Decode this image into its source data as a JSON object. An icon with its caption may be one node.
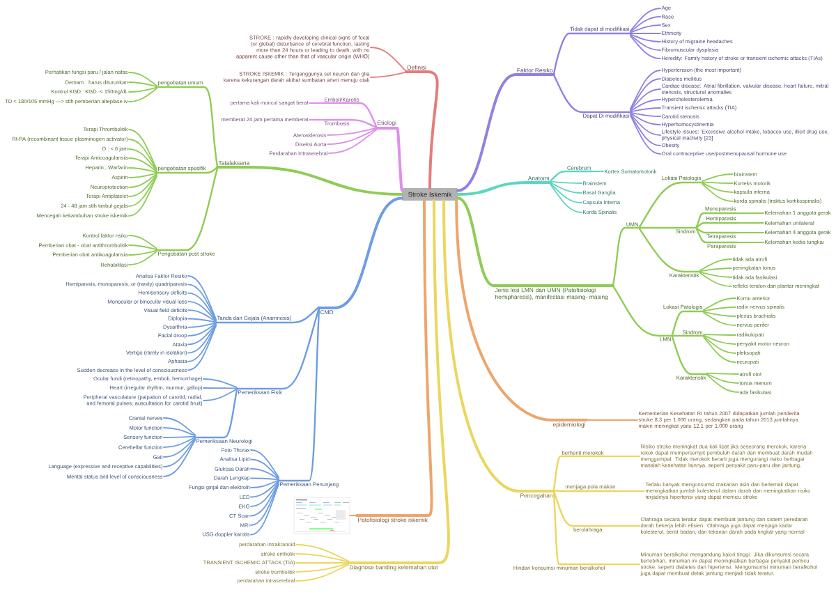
{
  "diagram": {
    "nodes": [
      {
        "text": [
          "Stroke Iskemik"
        ]
      },
      {
        "text": [
          "Definisi"
        ]
      },
      {
        "text": [
          "STROKE : rapidly developing clinical signs of focal (or global) disturbance of cerebral function, lasting more than 24 hours or leading to death, with no apparent cause other than that of vascular origin (WHO)"
        ]
      },
      {
        "text": [
          "STROKE ISKEMIK : Terganggunya sel neuron dan glia karena kekurangan darah akibat sumbatan arteri menuju otak"
        ]
      },
      {
        "text": [
          "Etiologi"
        ]
      },
      {
        "text": [
          "Emboli/Karotis"
        ]
      },
      {
        "text": [
          "pertama kali muncul sangat berat"
        ]
      },
      {
        "text": [
          "Trombosis"
        ]
      },
      {
        "text": [
          "memberat 24 jam pertama memberat"
        ]
      },
      {
        "text": [
          "Aterosklerosis"
        ]
      },
      {
        "text": [
          "Diseksi Aorta"
        ]
      },
      {
        "text": [
          "Perdarahan Intraserebral"
        ]
      },
      {
        "text": [
          "Tatalaksana"
        ]
      },
      {
        "text": [
          "pengobatan umum"
        ]
      },
      {
        "text": [
          "Perhatikan fungsi paru / jalan nafas"
        ]
      },
      {
        "text": [
          "Demam : harus diturunkan"
        ]
      },
      {
        "text": [
          "Kontrol KGD : KGD -< 150mg/dL"
        ]
      },
      {
        "text": [
          "TD < 180/105 mmHg —> stlh pemberian alteplase iv"
        ]
      },
      {
        "text": [
          "pengobatan spesifik"
        ]
      },
      {
        "text": [
          "Terapi Thrombolitik"
        ]
      },
      {
        "text": [
          "Rt-PA (recombinant tissue plasminogen activator)"
        ]
      },
      {
        "text": [
          "O : < 6 jam"
        ]
      },
      {
        "text": [
          "Terapi Anticoagulansia"
        ]
      },
      {
        "text": [
          "Heparin , Warfarin"
        ]
      },
      {
        "text": [
          "Aspirin"
        ]
      },
      {
        "text": [
          "Neuroprotection"
        ]
      },
      {
        "text": [
          "Terapi Antiplatelet"
        ]
      },
      {
        "text": [
          "24 - 48 jam stlh timbul gejala"
        ]
      },
      {
        "text": [
          "Mencegah kekambuhan stroke iskemik"
        ]
      },
      {
        "text": [
          "Pengobatan post stroke"
        ]
      },
      {
        "text": [
          "Kontrol faktor risiko"
        ]
      },
      {
        "text": [
          "Pemberian obat - obat antithrombolitik"
        ]
      },
      {
        "text": [
          "Pemberian obat antikoagulansia"
        ]
      },
      {
        "text": [
          "Rehabilitasi"
        ]
      },
      {
        "text": [
          "CMD"
        ]
      },
      {
        "text": [
          "Tanda dan Gejala (Anamnesis)"
        ]
      },
      {
        "text": [
          "Analisa Faktor Resiko"
        ]
      },
      {
        "text": [
          "Hemiparesis, monoparesis, or (rarely) quadriparesis"
        ]
      },
      {
        "text": [
          "Hemisensory deficits"
        ]
      },
      {
        "text": [
          "Monocular or binocular visual loss"
        ]
      },
      {
        "text": [
          "Visual field deficits"
        ]
      },
      {
        "text": [
          "Diplopia"
        ]
      },
      {
        "text": [
          "Dysarthria"
        ]
      },
      {
        "text": [
          "Facial droop"
        ]
      },
      {
        "text": [
          "Ataxia"
        ]
      },
      {
        "text": [
          "Vertigo (rarely in isolation)"
        ]
      },
      {
        "text": [
          "Aphasia"
        ]
      },
      {
        "text": [
          "Sudden decrease in the level of consciousness"
        ]
      },
      {
        "text": [
          "Pemeriksaan Fisik"
        ]
      },
      {
        "text": [
          "Ocular fundi (retinopathy, emboli, hemorrhage)"
        ]
      },
      {
        "text": [
          "Heart (irregular rhythm, murmur, gallop)"
        ]
      },
      {
        "text": [
          "Peripheral vasculature (palpation of carotid, radial, and femoral pulses; auscultation for carotid bruit)"
        ]
      },
      {
        "text": [
          "Pemeriksaan Neurologi"
        ]
      },
      {
        "text": [
          "Cranial nerves"
        ]
      },
      {
        "text": [
          "Motor function"
        ]
      },
      {
        "text": [
          "Sensory function"
        ]
      },
      {
        "text": [
          "Cerebellar function"
        ]
      },
      {
        "text": [
          "Gait"
        ]
      },
      {
        "text": [
          "Language (expressive and receptive capabilities)"
        ]
      },
      {
        "text": [
          "Mental status and level of consciousness"
        ]
      },
      {
        "text": [
          "Pemeriksaan Penunjang"
        ]
      },
      {
        "text": [
          "Foto Thorax"
        ]
      },
      {
        "text": [
          "Analisa Lipid"
        ]
      },
      {
        "text": [
          "Glukosa Darah"
        ]
      },
      {
        "text": [
          "Darah Lengkap"
        ]
      },
      {
        "text": [
          "Fungsi ginjal dan elektrolit"
        ]
      },
      {
        "text": [
          "LED"
        ]
      },
      {
        "text": [
          "EKG"
        ]
      },
      {
        "text": [
          "CT Scan"
        ]
      },
      {
        "text": [
          "MRI"
        ]
      },
      {
        "text": [
          "USG doppler karotis"
        ]
      },
      {
        "text": [
          "Patofisiologi stroke iskemik"
        ]
      },
      {
        "text": [],
        "shape": "picture"
      },
      {
        "text": [
          "Diagnose banding kelemahan otot"
        ]
      },
      {
        "text": [
          "perdarahan intrakranoid"
        ]
      },
      {
        "text": [
          "stroke embolik"
        ]
      },
      {
        "text": [
          "TRANSIENT ISCHEMIC ATTACK (TIA)"
        ]
      },
      {
        "text": [
          "stroke trombolitik"
        ]
      },
      {
        "text": [
          "perdarahan intraserebral"
        ]
      },
      {
        "text": [
          "Faktor Resiko"
        ]
      },
      {
        "text": [
          "Tidak dapat di modifikasi"
        ]
      },
      {
        "text": [
          "Age"
        ]
      },
      {
        "text": [
          "Race"
        ]
      },
      {
        "text": [
          "Sex"
        ]
      },
      {
        "text": [
          "Ethnicity"
        ]
      },
      {
        "text": [
          "History of migraine headaches"
        ]
      },
      {
        "text": [
          "Fibromuscular dysplasia"
        ]
      },
      {
        "text": [
          "Heredity: Family history of stroke or transient ischemic attacks (TIAs)"
        ]
      },
      {
        "text": [
          "Dapat Di modifikasi"
        ]
      },
      {
        "text": [
          "Hypertension (the most important)"
        ]
      },
      {
        "text": [
          "Diabetes mellitus"
        ]
      },
      {
        "text": [
          "Cardiac disease: Atrial fibrillation, valvular disease, heart failure, mitral stenosis, structural anomalies"
        ]
      },
      {
        "text": [
          "Hypercholesterolemia"
        ]
      },
      {
        "text": [
          "Transient ischemic attacks (TIA)"
        ]
      },
      {
        "text": [
          "Carotid stenosis"
        ]
      },
      {
        "text": [
          "Hyperhomocystinemia"
        ]
      },
      {
        "text": [
          "Lifestyle issues: Excessive alcohol intake, tobacco use, illicit drug use, physical inactivity [23]"
        ]
      },
      {
        "text": [
          "Obesity"
        ]
      },
      {
        "text": [
          "Oral contraceptive use/postmenopausal hormone use"
        ]
      },
      {
        "text": [
          "Anatomi"
        ]
      },
      {
        "text": [
          "Cerebrum"
        ]
      },
      {
        "text": [
          "Kortex Somatomotorik"
        ]
      },
      {
        "text": [
          "Brainstem"
        ]
      },
      {
        "text": [
          "Basal Ganglia"
        ]
      },
      {
        "text": [
          "Capsula Interna"
        ]
      },
      {
        "text": [
          "Korda Spinalis"
        ]
      },
      {
        "text": [
          "Jenis lesi LMN dan UMN (Patofisiologi hemipharesis), manifestasi masing- masing"
        ]
      },
      {
        "text": [
          "UMN"
        ]
      },
      {
        "text": [
          "Lokasi Patologis"
        ]
      },
      {
        "text": [
          "brainstem"
        ]
      },
      {
        "text": [
          "Korteks motorik"
        ]
      },
      {
        "text": [
          "kapsula interna"
        ]
      },
      {
        "text": [
          "korda spinalis (traktus kortikospinalis)"
        ]
      },
      {
        "text": [
          "Sindrom"
        ]
      },
      {
        "text": [
          "Monoparesis"
        ]
      },
      {
        "text": [
          "Kelemahan 1 anggota gerak"
        ]
      },
      {
        "text": [
          "Hemiparesis"
        ]
      },
      {
        "text": [
          "Kelemahan unilateral"
        ]
      },
      {
        "text": [
          "Tetraparesis"
        ]
      },
      {
        "text": [
          "Kelemahan 4 anggota gerak"
        ]
      },
      {
        "text": [
          "Paraparesis"
        ]
      },
      {
        "text": [
          "Kelemahan kedia tungkai"
        ]
      },
      {
        "text": [
          "Karakteristik"
        ]
      },
      {
        "text": [
          "tidak ada atrofi"
        ]
      },
      {
        "text": [
          "peningkatan tonus"
        ]
      },
      {
        "text": [
          "tidak ada fasikulasi"
        ]
      },
      {
        "text": [
          "refleks tendon dan plantar meningkat"
        ]
      },
      {
        "text": [
          "LMN"
        ]
      },
      {
        "text": [
          "Lokasi Patologis"
        ]
      },
      {
        "text": [
          "Kornu anterior"
        ]
      },
      {
        "text": [
          "radix nervus spinalis"
        ]
      },
      {
        "text": [
          "plexus brachialis"
        ]
      },
      {
        "text": [
          "nervus perifer"
        ]
      },
      {
        "text": [
          "Sindrom"
        ]
      },
      {
        "text": [
          "radikulopati"
        ]
      },
      {
        "text": [
          "penyakit motor neuron"
        ]
      },
      {
        "text": [
          "pleksopati"
        ]
      },
      {
        "text": [
          "neuropati"
        ]
      },
      {
        "text": [
          "Karakteristik"
        ]
      },
      {
        "text": [
          "atrofi otot"
        ]
      },
      {
        "text": [
          "tonus menurn"
        ]
      },
      {
        "text": [
          "ada fasikulasi"
        ]
      },
      {
        "text": [
          "epidemiologi"
        ]
      },
      {
        "text": [
          "Kementerian Kesehatan RI tahun 2007 didapatkan jumlah penderita stroke 8,3 per 1.000 orang, sedangkan pada tahun 2013 jumlahnya makin meningkat yaitu 12,1 per 1.000 orang"
        ]
      },
      {
        "text": [
          "Pencegahan"
        ]
      },
      {
        "text": [
          "berhenti merokok"
        ]
      },
      {
        "text": [
          "Risiko stroke meningkat dua kali lipat jika seseorang merokok, karena rokok dapat mempersempit pembuluh darah dan membuat darah mudah menggumpal. Tidak merokok berarti juga mengurangi risiko berbagai masalah kesehatan lainnya, seperti penyakit paru-paru dan jantung."
        ]
      },
      {
        "text": [
          "menjaga pola makan"
        ]
      },
      {
        "text": [
          "Terlalu banyak mengonsumsi makanan asin dan berlemak dapat meningkatkan jumlah kolesterol dalam darah dan meningkatkan risiko terjadinya hipertensi yang dapat memicu stroke"
        ]
      },
      {
        "text": [
          "berolahraga"
        ]
      },
      {
        "text": [
          "Olahraga secara teratur dapat membuat jantung dan sistem peredaran darah bekerja lebih efisien. Olahraga juga dapat menjaga kadar kolesterol, berat badan, dan tekanan darah pada tingkat yang normal"
        ]
      },
      {
        "text": [
          "Hindari konsumsi minuman beralkohol"
        ]
      },
      {
        "text": [
          "Minuman beralkohol mengandung kalori tinggi. Jika dikonsumsi secara berlebihan, minuman ini dapat meningkatkan berbagai penyakit pemicu stroke, seperti diabetes dan hipertensi. Mengonsumsi minuman beralkohol juga dapat membuat detak jantung menjadi tidak teratur."
        ]
      }
    ],
    "edges": [
      {
        "from": 0,
        "to": 1,
        "arrow": "none",
        "style": "thick",
        "color": "#e57c7c"
      },
      {
        "from": 1,
        "to": 2,
        "arrow": "none",
        "color": "#e57c7c"
      },
      {
        "from": 1,
        "to": 3,
        "arrow": "none",
        "color": "#e57c7c"
      },
      {
        "from": 0,
        "to": 4,
        "arrow": "none",
        "style": "thick",
        "color": "#de8fea"
      },
      {
        "from": 4,
        "to": 5,
        "arrow": "none",
        "color": "#de8fea"
      },
      {
        "from": 5,
        "to": 6,
        "arrow": "none",
        "color": "#de8fea"
      },
      {
        "from": 4,
        "to": 7,
        "arrow": "none",
        "color": "#de8fea"
      },
      {
        "from": 7,
        "to": 8,
        "arrow": "none",
        "color": "#de8fea"
      },
      {
        "from": 4,
        "to": 9,
        "arrow": "none",
        "color": "#de8fea"
      },
      {
        "from": 4,
        "to": 10,
        "arrow": "none",
        "color": "#de8fea"
      },
      {
        "from": 4,
        "to": 11,
        "arrow": "none",
        "color": "#de8fea"
      },
      {
        "from": 0,
        "to": 12,
        "arrow": "none",
        "style": "thick"
      },
      {
        "from": 12,
        "to": 13,
        "arrow": "none"
      },
      {
        "from": 13,
        "to": 14,
        "arrow": "none"
      },
      {
        "from": 13,
        "to": 15,
        "arrow": "none"
      },
      {
        "from": 13,
        "to": 16,
        "arrow": "none"
      },
      {
        "from": 13,
        "to": 17,
        "arrow": "none"
      },
      {
        "from": 12,
        "to": 18,
        "arrow": "none"
      },
      {
        "from": 18,
        "to": 19,
        "arrow": "none"
      },
      {
        "from": 18,
        "to": 20,
        "arrow": "none"
      },
      {
        "from": 18,
        "to": 21,
        "arrow": "none"
      },
      {
        "from": 18,
        "to": 22,
        "arrow": "none"
      },
      {
        "from": 18,
        "to": 23,
        "arrow": "none"
      },
      {
        "from": 18,
        "to": 24,
        "arrow": "none"
      },
      {
        "from": 18,
        "to": 25,
        "arrow": "none"
      },
      {
        "from": 18,
        "to": 26,
        "arrow": "none"
      },
      {
        "from": 18,
        "to": 27,
        "arrow": "none"
      },
      {
        "from": 18,
        "to": 28,
        "arrow": "none"
      },
      {
        "from": 12,
        "to": 29,
        "arrow": "none"
      },
      {
        "from": 29,
        "to": 30,
        "arrow": "none"
      },
      {
        "from": 29,
        "to": 31,
        "arrow": "none"
      },
      {
        "from": 29,
        "to": 32,
        "arrow": "none"
      },
      {
        "from": 29,
        "to": 33,
        "arrow": "none"
      },
      {
        "from": 0,
        "to": 34,
        "arrow": "none",
        "style": "thick",
        "color": "#6d9de3"
      },
      {
        "from": 34,
        "to": 35,
        "arrow": "none",
        "color": "#6d9de3"
      },
      {
        "from": 35,
        "to": 36,
        "arrow": "none",
        "color": "#6d9de3"
      },
      {
        "from": 35,
        "to": 37,
        "arrow": "none",
        "color": "#6d9de3"
      },
      {
        "from": 35,
        "to": 38,
        "arrow": "none",
        "color": "#6d9de3"
      },
      {
        "from": 35,
        "to": 39,
        "arrow": "none",
        "color": "#6d9de3"
      },
      {
        "from": 35,
        "to": 40,
        "arrow": "none",
        "color": "#6d9de3"
      },
      {
        "from": 35,
        "to": 41,
        "arrow": "none",
        "color": "#6d9de3"
      },
      {
        "from": 35,
        "to": 42,
        "arrow": "none",
        "color": "#6d9de3"
      },
      {
        "from": 35,
        "to": 43,
        "arrow": "none",
        "color": "#6d9de3"
      },
      {
        "from": 35,
        "to": 44,
        "arrow": "none",
        "color": "#6d9de3"
      },
      {
        "from": 35,
        "to": 45,
        "arrow": "none",
        "color": "#6d9de3"
      },
      {
        "from": 35,
        "to": 46,
        "arrow": "none",
        "color": "#6d9de3"
      },
      {
        "from": 35,
        "to": 47,
        "arrow": "none",
        "color": "#6d9de3"
      },
      {
        "from": 34,
        "to": 48,
        "arrow": "none",
        "color": "#6d9de3"
      },
      {
        "from": 48,
        "to": 49,
        "arrow": "none",
        "color": "#6d9de3"
      },
      {
        "from": 48,
        "to": 50,
        "arrow": "none",
        "color": "#6d9de3"
      },
      {
        "from": 48,
        "to": 51,
        "arrow": "none",
        "color": "#6d9de3"
      },
      {
        "from": 48,
        "to": 52,
        "arrow": "none",
        "color": "#6d9de3"
      },
      {
        "from": 52,
        "to": 53,
        "arrow": "none",
        "color": "#6d9de3"
      },
      {
        "from": 52,
        "to": 54,
        "arrow": "none",
        "color": "#6d9de3"
      },
      {
        "from": 52,
        "to": 55,
        "arrow": "none",
        "color": "#6d9de3"
      },
      {
        "from": 52,
        "to": 56,
        "arrow": "none",
        "color": "#6d9de3"
      },
      {
        "from": 52,
        "to": 57,
        "arrow": "none",
        "color": "#6d9de3"
      },
      {
        "from": 52,
        "to": 58,
        "arrow": "none",
        "color": "#6d9de3"
      },
      {
        "from": 52,
        "to": 59,
        "arrow": "none",
        "color": "#6d9de3"
      },
      {
        "from": 34,
        "to": 60,
        "arrow": "none",
        "color": "#6d9de3"
      },
      {
        "from": 60,
        "to": 61,
        "arrow": "none",
        "color": "#6d9de3"
      },
      {
        "from": 60,
        "to": 62,
        "arrow": "none",
        "color": "#6d9de3"
      },
      {
        "from": 60,
        "to": 63,
        "arrow": "none",
        "color": "#6d9de3"
      },
      {
        "from": 60,
        "to": 64,
        "arrow": "none",
        "color": "#6d9de3"
      },
      {
        "from": 60,
        "to": 65,
        "arrow": "none",
        "color": "#6d9de3"
      },
      {
        "from": 60,
        "to": 66,
        "arrow": "none",
        "color": "#6d9de3"
      },
      {
        "from": 60,
        "to": 67,
        "arrow": "none",
        "color": "#6d9de3"
      },
      {
        "from": 60,
        "to": 68,
        "arrow": "none",
        "color": "#6d9de3"
      },
      {
        "from": 60,
        "to": 69,
        "arrow": "none",
        "color": "#6d9de3"
      },
      {
        "from": 60,
        "to": 70,
        "arrow": "none",
        "color": "#6d9de3"
      },
      {
        "from": 0,
        "to": 71,
        "arrow": "none",
        "style": "thick",
        "color": "#eea56b"
      },
      {
        "from": 71,
        "to": 72,
        "arrow": "none",
        "color": "#eea56b"
      },
      {
        "from": 0,
        "to": 73,
        "arrow": "none",
        "style": "thick",
        "color": "#ebd65e"
      },
      {
        "from": 73,
        "to": 74,
        "arrow": "none",
        "color": "#ebd65e"
      },
      {
        "from": 73,
        "to": 75,
        "arrow": "none",
        "color": "#ebd65e"
      },
      {
        "from": 73,
        "to": 76,
        "arrow": "none",
        "color": "#ebd65e"
      },
      {
        "from": 73,
        "to": 77,
        "arrow": "none",
        "color": "#ebd65e"
      },
      {
        "from": 73,
        "to": 78,
        "arrow": "none",
        "color": "#ebd65e"
      },
      {
        "from": 0,
        "to": 79,
        "arrow": "none",
        "style": "thick",
        "color": "#8e82e2"
      },
      {
        "from": 79,
        "to": 80,
        "arrow": "none",
        "color": "#8e82e2"
      },
      {
        "from": 80,
        "to": 81,
        "arrow": "none",
        "color": "#8e82e2"
      },
      {
        "from": 80,
        "to": 82,
        "arrow": "none",
        "color": "#8e82e2"
      },
      {
        "from": 80,
        "to": 83,
        "arrow": "none",
        "color": "#8e82e2"
      },
      {
        "from": 80,
        "to": 84,
        "arrow": "none",
        "color": "#8e82e2"
      },
      {
        "from": 80,
        "to": 85,
        "arrow": "none",
        "color": "#8e82e2"
      },
      {
        "from": 80,
        "to": 86,
        "arrow": "none",
        "color": "#8e82e2"
      },
      {
        "from": 80,
        "to": 87,
        "arrow": "none",
        "color": "#8e82e2"
      },
      {
        "from": 79,
        "to": 88,
        "arrow": "none",
        "color": "#8e82e2"
      },
      {
        "from": 88,
        "to": 89,
        "arrow": "none",
        "color": "#8e82e2"
      },
      {
        "from": 88,
        "to": 90,
        "arrow": "none",
        "color": "#8e82e2"
      },
      {
        "from": 88,
        "to": 91,
        "arrow": "none",
        "color": "#8e82e2"
      },
      {
        "from": 88,
        "to": 92,
        "arrow": "none",
        "color": "#8e82e2"
      },
      {
        "from": 88,
        "to": 93,
        "arrow": "none",
        "color": "#8e82e2"
      },
      {
        "from": 88,
        "to": 94,
        "arrow": "none",
        "color": "#8e82e2"
      },
      {
        "from": 88,
        "to": 95,
        "arrow": "none",
        "color": "#8e82e2"
      },
      {
        "from": 88,
        "to": 96,
        "arrow": "none",
        "color": "#8e82e2"
      },
      {
        "from": 88,
        "to": 97,
        "arrow": "none",
        "color": "#8e82e2"
      },
      {
        "from": 88,
        "to": 98,
        "arrow": "none",
        "color": "#8e82e2"
      },
      {
        "from": 0,
        "to": 99,
        "arrow": "none",
        "style": "thick",
        "color": "#5dd5c3"
      },
      {
        "from": 99,
        "to": 100,
        "arrow": "none",
        "color": "#5dd5c3"
      },
      {
        "from": 100,
        "to": 101,
        "arrow": "none",
        "color": "#5dd5c3"
      },
      {
        "from": 99,
        "to": 102,
        "arrow": "none",
        "color": "#5dd5c3"
      },
      {
        "from": 99,
        "to": 103,
        "arrow": "none",
        "color": "#5dd5c3"
      },
      {
        "from": 99,
        "to": 104,
        "arrow": "none",
        "color": "#5dd5c3"
      },
      {
        "from": 99,
        "to": 105,
        "arrow": "none",
        "color": "#5dd5c3"
      },
      {
        "from": 0,
        "to": 106,
        "arrow": "none",
        "style": "thick"
      },
      {
        "from": 106,
        "to": 107,
        "arrow": "none"
      },
      {
        "from": 107,
        "to": 108,
        "arrow": "none"
      },
      {
        "from": 108,
        "to": 109,
        "arrow": "none"
      },
      {
        "from": 108,
        "to": 110,
        "arrow": "none"
      },
      {
        "from": 108,
        "to": 111,
        "arrow": "none"
      },
      {
        "from": 108,
        "to": 112,
        "arrow": "none"
      },
      {
        "from": 107,
        "to": 113,
        "arrow": "none"
      },
      {
        "from": 113,
        "to": 114,
        "arrow": "none"
      },
      {
        "from": 114,
        "to": 115,
        "arrow": "none"
      },
      {
        "from": 113,
        "to": 116,
        "arrow": "none"
      },
      {
        "from": 116,
        "to": 117,
        "arrow": "none"
      },
      {
        "from": 113,
        "to": 118,
        "arrow": "none"
      },
      {
        "from": 118,
        "to": 119,
        "arrow": "none"
      },
      {
        "from": 113,
        "to": 120,
        "arrow": "none"
      },
      {
        "from": 120,
        "to": 121,
        "arrow": "none"
      },
      {
        "from": 107,
        "to": 122,
        "arrow": "none"
      },
      {
        "from": 122,
        "to": 123,
        "arrow": "none"
      },
      {
        "from": 122,
        "to": 124,
        "arrow": "none"
      },
      {
        "from": 122,
        "to": 125,
        "arrow": "none"
      },
      {
        "from": 122,
        "to": 126,
        "arrow": "none"
      },
      {
        "from": 106,
        "to": 127,
        "arrow": "none"
      },
      {
        "from": 127,
        "to": 128,
        "arrow": "none"
      },
      {
        "from": 128,
        "to": 129,
        "arrow": "none"
      },
      {
        "from": 128,
        "to": 130,
        "arrow": "none"
      },
      {
        "from": 128,
        "to": 131,
        "arrow": "none"
      },
      {
        "from": 128,
        "to": 132,
        "arrow": "none"
      },
      {
        "from": 127,
        "to": 133,
        "arrow": "none"
      },
      {
        "from": 133,
        "to": 134,
        "arrow": "none"
      },
      {
        "from": 133,
        "to": 135,
        "arrow": "none"
      },
      {
        "from": 133,
        "to": 136,
        "arrow": "none"
      },
      {
        "from": 133,
        "to": 137,
        "arrow": "none"
      },
      {
        "from": 127,
        "to": 138,
        "arrow": "none"
      },
      {
        "from": 138,
        "to": 139,
        "arrow": "none"
      },
      {
        "from": 138,
        "to": 140,
        "arrow": "none"
      },
      {
        "from": 138,
        "to": 141,
        "arrow": "none"
      },
      {
        "from": 0,
        "to": 142,
        "arrow": "none",
        "style": "thick",
        "color": "#eea56b"
      },
      {
        "from": 142,
        "to": 143,
        "arrow": "none",
        "color": "#eea56b"
      },
      {
        "from": 0,
        "to": 144,
        "arrow": "none",
        "style": "thick",
        "color": "#ebd65e"
      },
      {
        "from": 144,
        "to": 145,
        "arrow": "none",
        "color": "#ebd65e"
      },
      {
        "from": 145,
        "to": 146,
        "arrow": "none",
        "color": "#ebd65e"
      },
      {
        "from": 144,
        "to": 147,
        "arrow": "none",
        "color": "#ebd65e"
      },
      {
        "from": 147,
        "to": 148,
        "arrow": "none",
        "color": "#ebd65e"
      },
      {
        "from": 144,
        "to": 149,
        "arrow": "none",
        "color": "#ebd65e"
      },
      {
        "from": 149,
        "to": 150,
        "arrow": "none",
        "color": "#ebd65e"
      },
      {
        "from": 144,
        "to": 151,
        "arrow": "none",
        "color": "#ebd65e"
      },
      {
        "from": 151,
        "to": 152,
        "arrow": "none",
        "color": "#ebd65e"
      }
    ]
  }
}
